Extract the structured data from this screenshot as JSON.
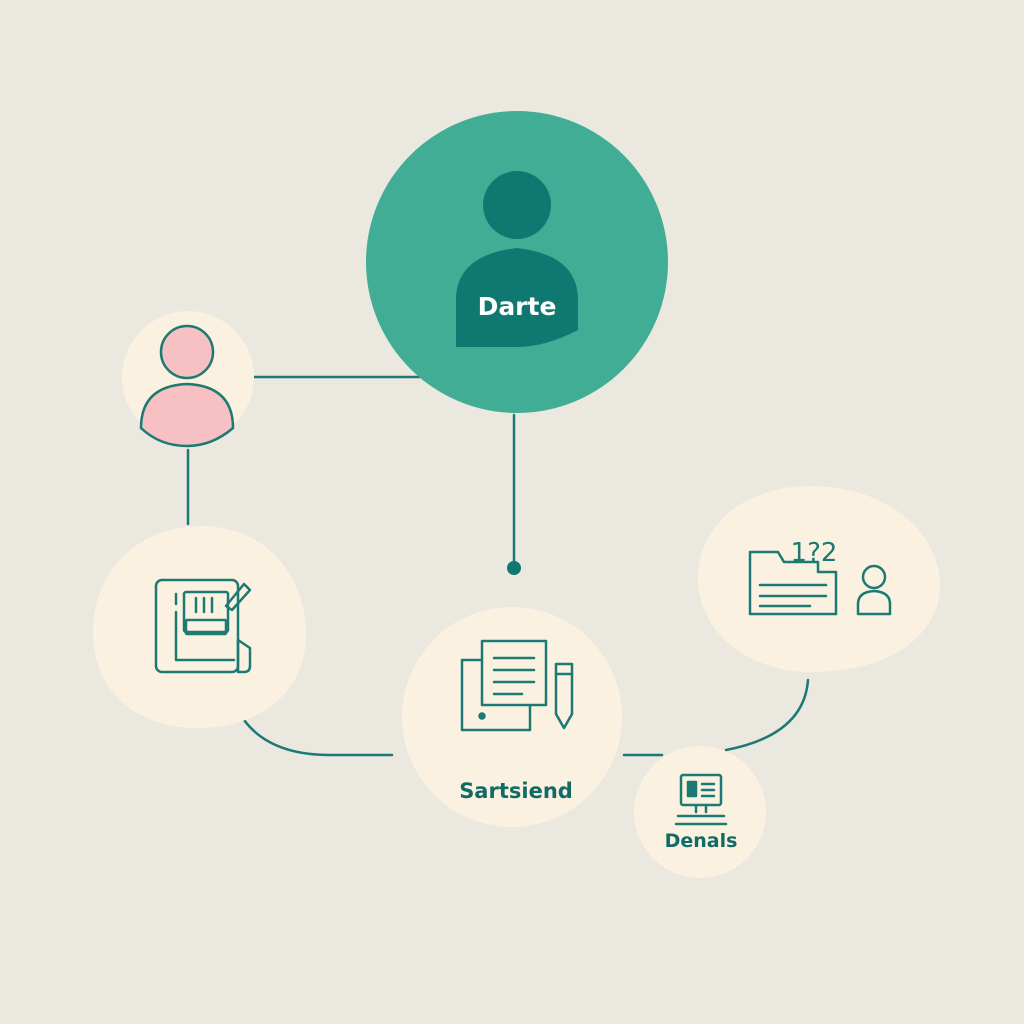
{
  "colors": {
    "background": "#ebe8e0",
    "teal_main": "#41ad94",
    "teal_dark": "#0f7870",
    "stroke": "#1c7a72",
    "cream": "#fbf1e1",
    "pink": "#f7c1c4"
  },
  "nodes": {
    "central_user": {
      "label": "Darte",
      "icon": "user-icon"
    },
    "secondary_user": {
      "icon": "user-icon"
    },
    "form_node": {
      "icon": "form-edit-icon"
    },
    "document_node": {
      "label": "Sartsiend",
      "icon": "document-pencil-icon"
    },
    "question_node": {
      "icon": "question-user-icon",
      "glyphs": "1?2"
    },
    "device_node": {
      "label": "Denals",
      "icon": "computer-icon"
    }
  }
}
